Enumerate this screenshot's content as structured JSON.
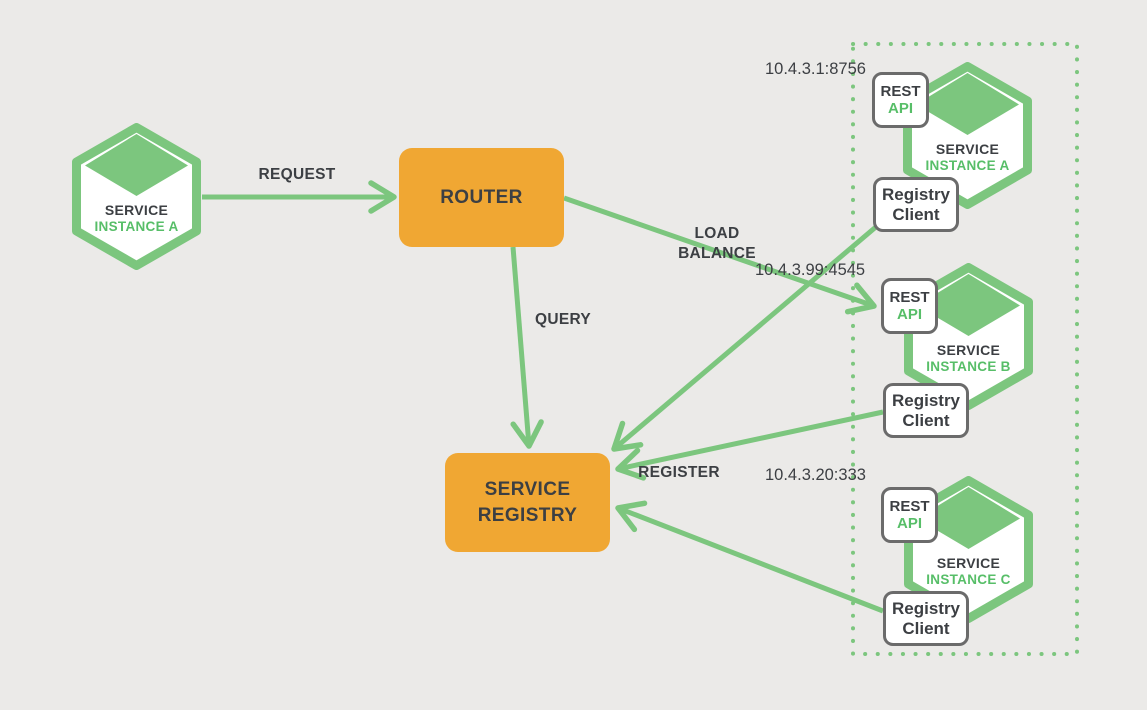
{
  "colors": {
    "background": "#EBEAE8",
    "green": "#7CC67E",
    "orange": "#F0A733",
    "dark_text": "#3C3F43",
    "green_text": "#57BE68",
    "box_border_gray": "#6B6B6B",
    "white": "#FFFFFF"
  },
  "left_instance": {
    "name_line1": "SERVICE",
    "name_line2": "INSTANCE A"
  },
  "router": {
    "label": "ROUTER"
  },
  "service_registry": {
    "label_line1": "SERVICE",
    "label_line2": "REGISTRY"
  },
  "edge_labels": {
    "request": "REQUEST",
    "query": "QUERY",
    "load_balance_line1": "LOAD",
    "load_balance_line2": "BALANCE",
    "register": "REGISTER"
  },
  "instances": [
    {
      "ip": "10.4.3.1:8756",
      "name_line1": "SERVICE",
      "name_line2": "INSTANCE A",
      "rest_api_line1": "REST",
      "rest_api_line2": "API",
      "registry_client_line1": "Registry",
      "registry_client_line2": "Client"
    },
    {
      "ip": "10.4.3.99:4545",
      "name_line1": "SERVICE",
      "name_line2": "INSTANCE B",
      "rest_api_line1": "REST",
      "rest_api_line2": "API",
      "registry_client_line1": "Registry",
      "registry_client_line2": "Client"
    },
    {
      "ip": "10.4.3.20:333",
      "name_line1": "SERVICE",
      "name_line2": "INSTANCE C",
      "rest_api_line1": "REST",
      "rest_api_line2": "API",
      "registry_client_line1": "Registry",
      "registry_client_line2": "Client"
    }
  ]
}
